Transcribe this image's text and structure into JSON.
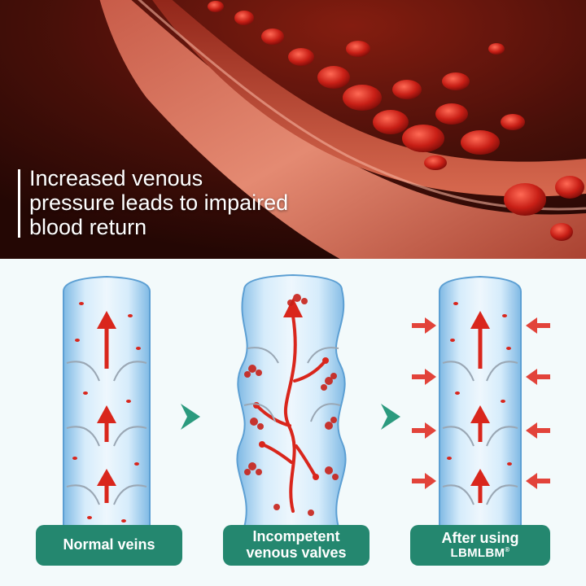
{
  "headline": {
    "lines": [
      "Increased venous",
      "pressure leads to impaired",
      "blood return"
    ]
  },
  "stages": [
    {
      "label": "Normal veins"
    },
    {
      "label_line1": "Incompetent",
      "label_line2": "venous valves"
    },
    {
      "label_line1": "After using",
      "brand": "LBMLBM",
      "brand_mark": "®"
    }
  ],
  "icons": {
    "step_arrow": "chevron-right-icon",
    "pressure_arrow": "arrow-right-icon"
  },
  "colors": {
    "label_bg": "#24876f",
    "step_arrow": "#2b9a7e",
    "blood": "#d9261c",
    "vein": "#a9d4f2",
    "pressure_arrow": "#e2433a"
  }
}
